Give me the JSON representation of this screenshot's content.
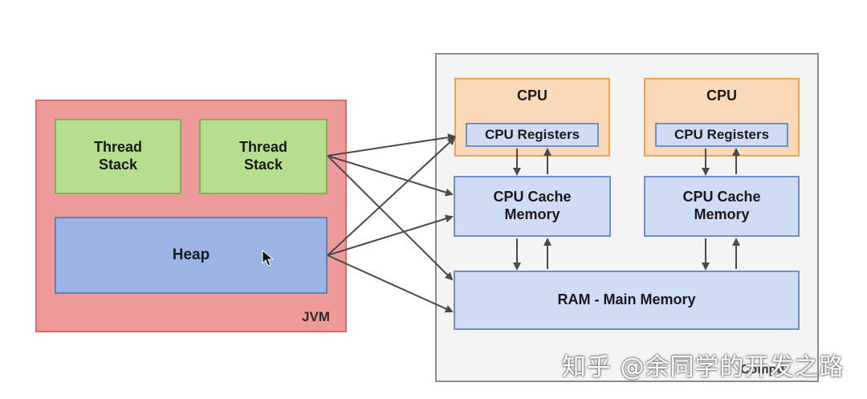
{
  "jvm": {
    "label": "JVM",
    "thread_stack_1": "Thread\nStack",
    "thread_stack_2": "Thread\nStack",
    "heap": "Heap"
  },
  "computer": {
    "label": "Compu",
    "cpu_1": {
      "title": "CPU",
      "registers": "CPU Registers",
      "cache": "CPU Cache\nMemory"
    },
    "cpu_2": {
      "title": "CPU",
      "registers": "CPU Registers",
      "cache": "CPU Cache\nMemory"
    },
    "ram": "RAM - Main Memory"
  },
  "watermark": "知乎 @余同学的开发之路",
  "icons": {
    "cursor": "mouse-pointer-icon"
  },
  "colors": {
    "jvm_bg": "#ee9a9a",
    "thread_stack": "#b7de8f",
    "heap": "#9bb4e4",
    "cpu": "#fad9b8",
    "memory": "#cfdcf4",
    "arrow": "#4a4a4a"
  }
}
